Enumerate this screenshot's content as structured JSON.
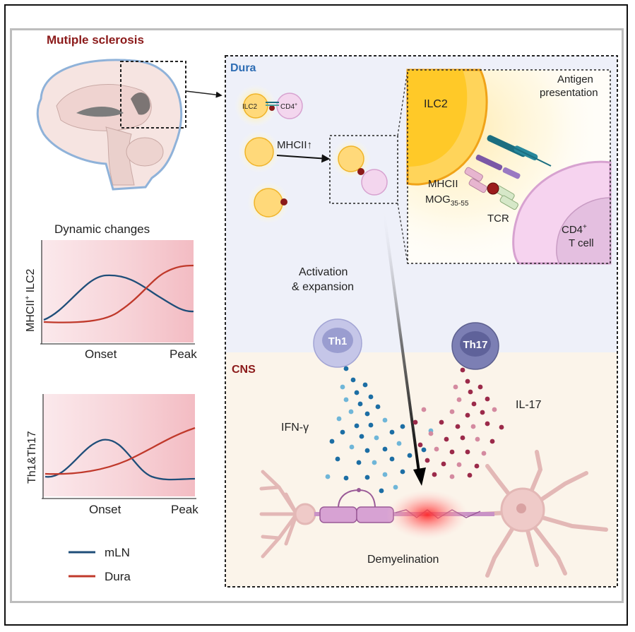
{
  "title": "Mutiple sclerosis",
  "left_panel": {
    "dynamic_title": "Dynamic changes",
    "chart1_ylabel_main": "MHCII",
    "chart1_ylabel_sup": "+",
    "chart1_ylabel_rest": " ILC2",
    "chart2_ylabel": "Th1&Th17",
    "onset_label": "Onset",
    "peak_label": "Peak",
    "legend": [
      {
        "name": "mLN",
        "color": "#1f4e79"
      },
      {
        "name": "Dura",
        "color": "#c0392b"
      }
    ]
  },
  "dura_panel": {
    "label": "Dura",
    "ilc2_small": "ILC2",
    "cd4_small": "CD4",
    "cd4_small_sup": "+",
    "mhcii_up": "MHCII↑",
    "activation_line1": "Activation",
    "activation_line2": "& expansion"
  },
  "zoom_panel": {
    "antigen_line1": "Antigen",
    "antigen_line2": "presentation",
    "ilc2": "ILC2",
    "mhcii": "MHCII",
    "mog": "MOG",
    "mog_sub": "35-55",
    "tcr": "TCR",
    "cd4": "CD4",
    "cd4_sup": "+",
    "tcell": "T cell"
  },
  "cns_panel": {
    "label": "CNS",
    "th1": "Th1",
    "th17": "Th17",
    "ifng": "IFN-γ",
    "il17": "IL-17",
    "demyelination": "Demyelination"
  },
  "colors": {
    "title_red": "#8b1a1a",
    "dura_blue": "#2e6db4",
    "cns_red": "#8b1a1a",
    "mln_line": "#1f4e79",
    "dura_line": "#c0392b"
  },
  "chart_data": [
    {
      "type": "line",
      "ylabel": "MHCII+ ILC2",
      "x": [
        "Onset",
        "Peak"
      ],
      "series": [
        {
          "name": "mLN"
        },
        {
          "name": "Dura"
        }
      ]
    },
    {
      "type": "line",
      "ylabel": "Th1&Th17",
      "x": [
        "Onset",
        "Peak"
      ],
      "series": [
        {
          "name": "mLN"
        },
        {
          "name": "Dura"
        }
      ]
    }
  ]
}
